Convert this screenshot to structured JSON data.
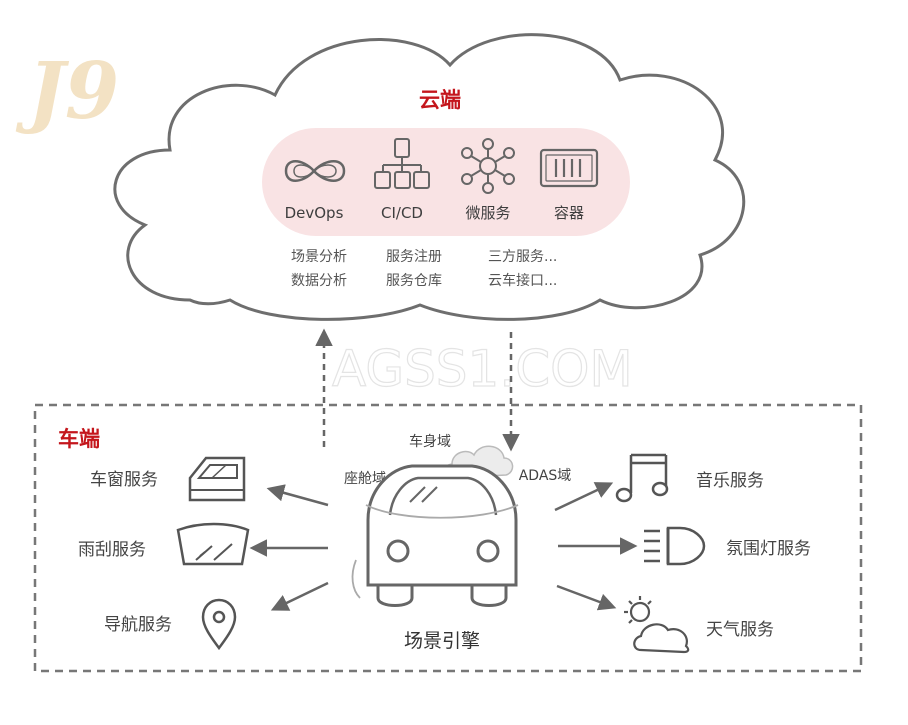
{
  "watermark": "AGSS1.COM",
  "logo_text": "J9",
  "cloud": {
    "title": "云端",
    "tools": [
      "DevOps",
      "CI/CD",
      "微服务",
      "容器"
    ],
    "features": [
      [
        "场景分析",
        "服务注册",
        "三方服务..."
      ],
      [
        "数据分析",
        "服务仓库",
        "云车接口..."
      ]
    ]
  },
  "vehicle": {
    "title": "车端",
    "engine": "场景引擎",
    "domains": [
      "车身域",
      "座舱域",
      "ADAS域"
    ],
    "left_services": [
      "车窗服务",
      "雨刮服务",
      "导航服务"
    ],
    "right_services": [
      "音乐服务",
      "氛围灯服务",
      "天气服务"
    ]
  },
  "colors": {
    "accent": "#c4161c",
    "pill": "#f9e3e4",
    "line": "#666666",
    "logo": "#f3e2c4"
  }
}
